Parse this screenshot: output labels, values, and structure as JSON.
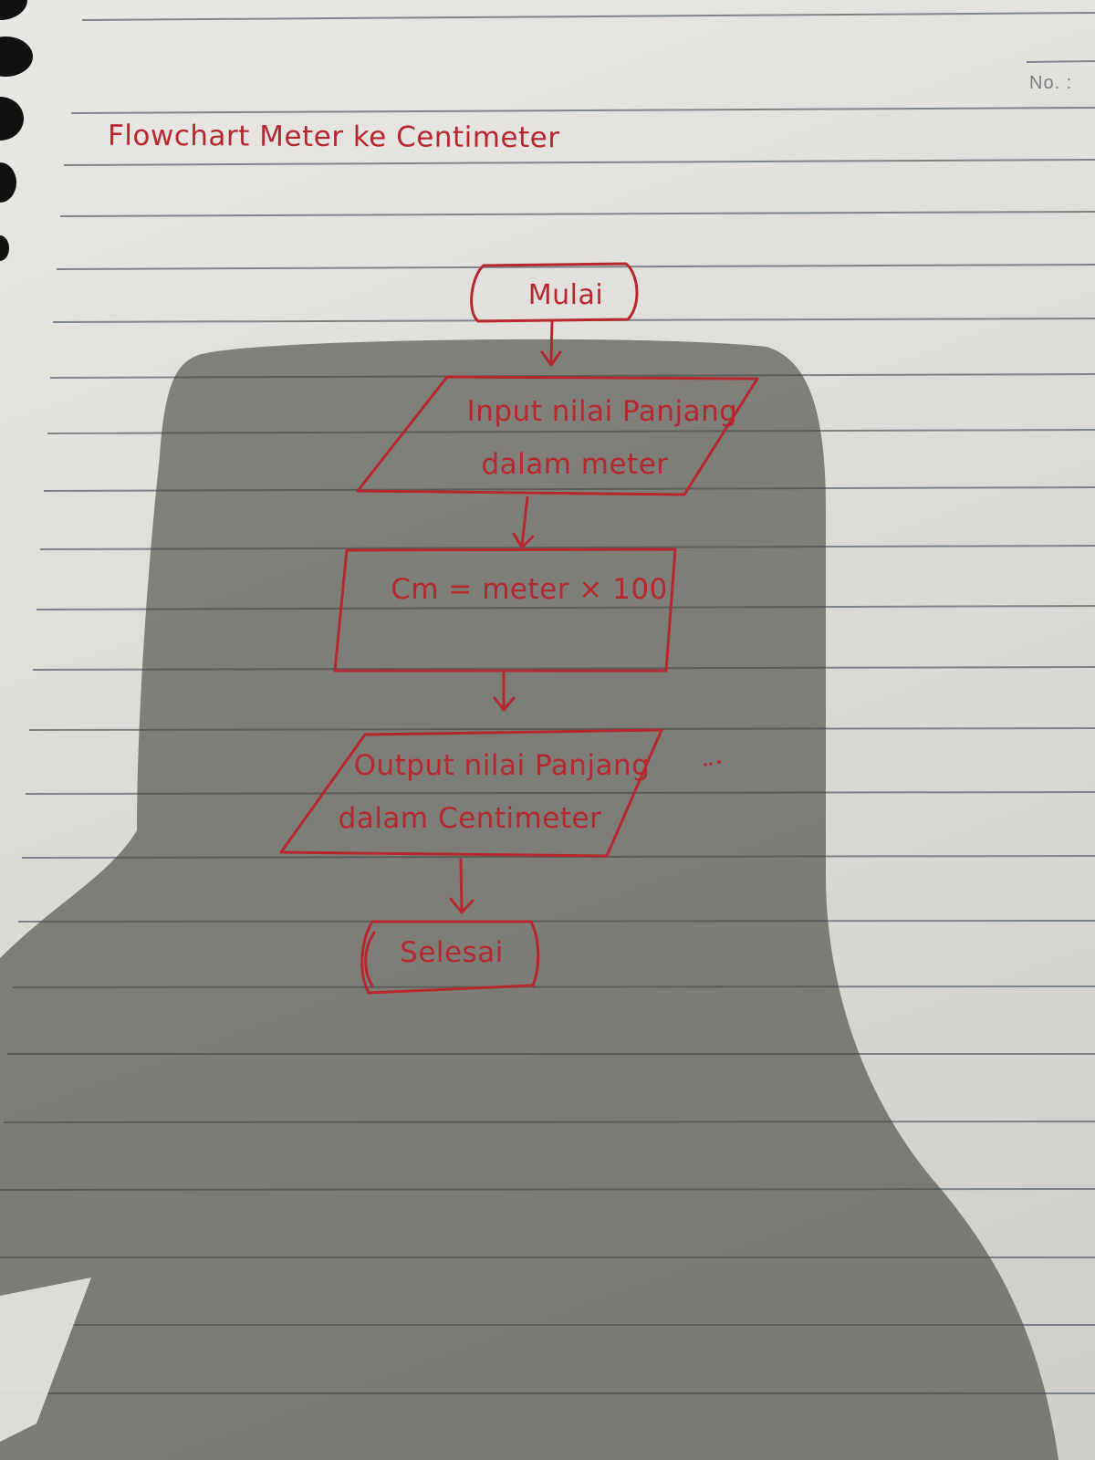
{
  "header": {
    "page_no_label": "No. :"
  },
  "title": "Flowchart Meter ke Centimeter",
  "flowchart": {
    "start": {
      "shape": "terminator",
      "text": "Mulai"
    },
    "input": {
      "shape": "parallelogram",
      "line1": "Input nilai Panjang",
      "line2": "dalam meter"
    },
    "process": {
      "shape": "rectangle",
      "text": "Cm = meter × 100"
    },
    "output": {
      "shape": "parallelogram",
      "line1": "Output nilai Panjang",
      "line2": "dalam Centimeter"
    },
    "end": {
      "shape": "terminator",
      "text": "Selesai"
    }
  },
  "colors": {
    "ink": "#b7272f",
    "ruled_line": "#5f6670",
    "paper": "#e6e5e1",
    "shadow": "#4a4b45",
    "binding_holes": "#111111"
  }
}
